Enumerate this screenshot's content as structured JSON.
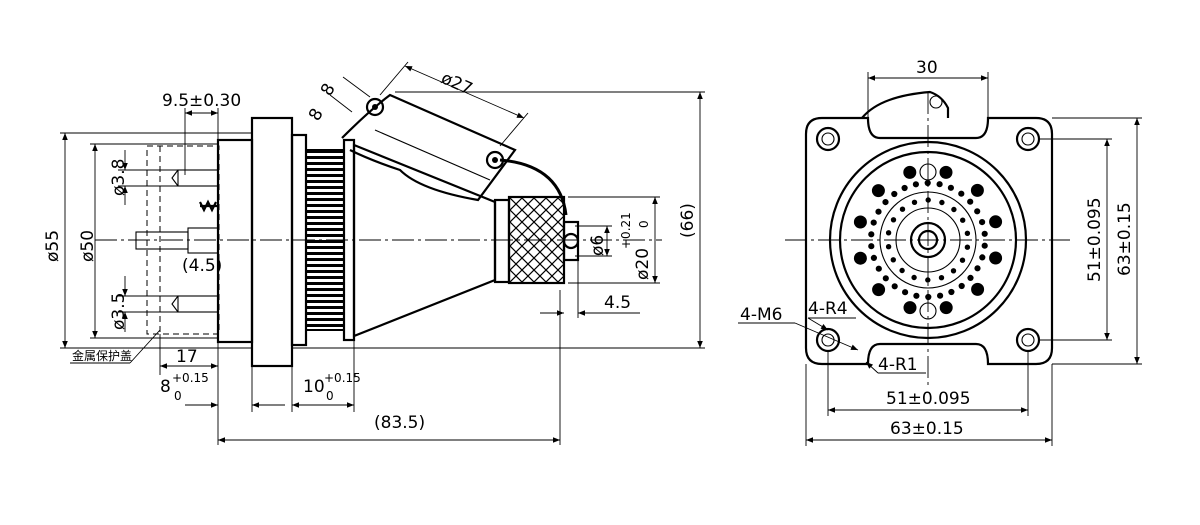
{
  "side_view": {
    "dim_9_5": "9.5±0.30",
    "dim_27": "ø27",
    "dim_8a": "8",
    "dim_8b": "8",
    "dim_3_8": "ø3.8",
    "dim_55": "ø55",
    "dim_50": "ø50",
    "dim_4_5_paren": "(4.5)",
    "dim_3_5": "ø3.5",
    "dim_6": "ø6",
    "dim_20": "ø20",
    "dim_20_tol_upper": "+0.21",
    "dim_20_tol_lower": "0",
    "dim_66": "(66)",
    "dim_4_5": "4.5",
    "dim_17": "17",
    "dim_8": "8",
    "dim_8_tol_upper": "+0.15",
    "dim_8_tol_lower": "0",
    "dim_10": "10",
    "dim_10_tol_upper": "+0.15",
    "dim_10_tol_lower": "0",
    "dim_83_5": "(83.5)",
    "note_label": "金属保护盖"
  },
  "front_view": {
    "dim_30": "30",
    "dim_51_vertical": "51±0.095",
    "dim_63_vertical": "63±0.15",
    "callout_m6": "4-M6",
    "callout_r4": "4-R4",
    "callout_r1": "4-R1",
    "dim_51_horizontal": "51±0.095",
    "dim_63_horizontal": "63±0.15"
  }
}
